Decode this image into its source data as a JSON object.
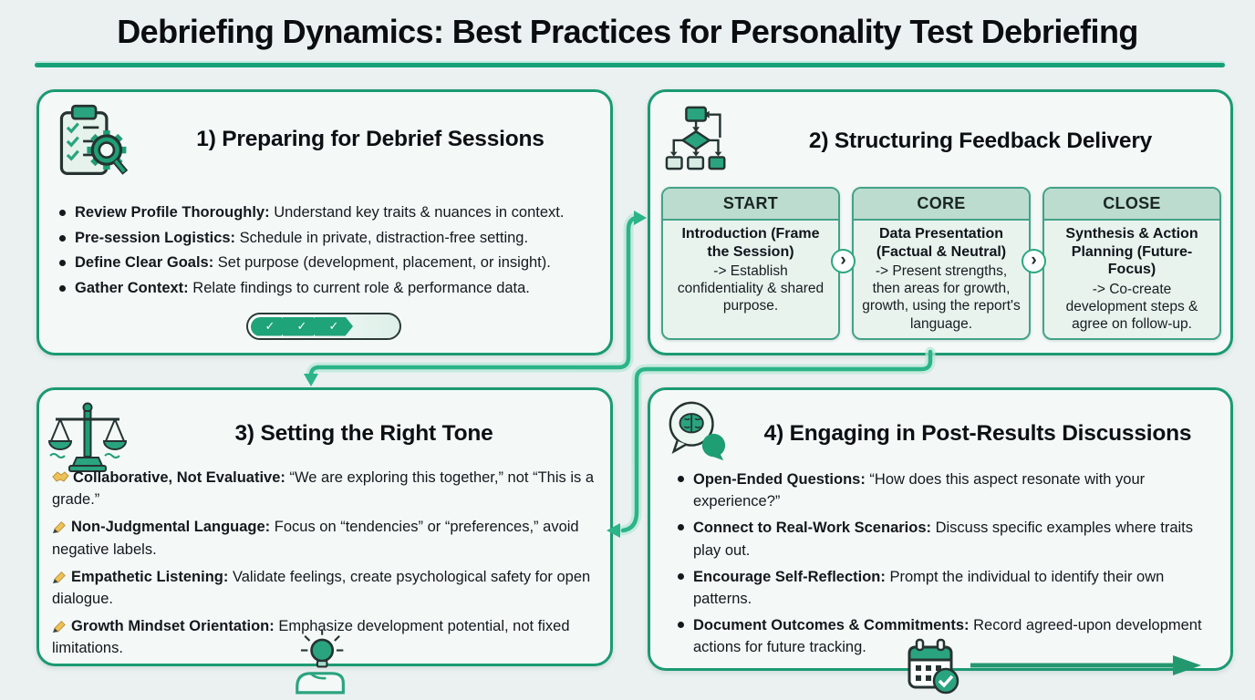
{
  "title": "Debriefing Dynamics: Best Practices for Personality Test Debriefing",
  "colors": {
    "accent_green": "#1b9a72",
    "arrow_green": "#2bb488",
    "underline": "#16a077",
    "card_header": "#bcdccf",
    "card_bg": "#e9f3ee",
    "page_bg": "#ebf1f1"
  },
  "icons": {
    "p1": "clipboard-checklist-gear-magnifier",
    "p2": "flowchart",
    "p3": "balance-scale",
    "p4": "brain-speech-bubbles",
    "p3_footer": "lightbulb-in-hand",
    "p4_footer": "calendar-check",
    "bullet_handshake": "handshake",
    "bullet_pen": "writing-hand"
  },
  "panels": {
    "p1": {
      "title": "1) Preparing for Debrief Sessions",
      "bullets": [
        {
          "label": "Review Profile Thoroughly:",
          "text": " Understand key traits & nuances in context."
        },
        {
          "label": "Pre-session Logistics:",
          "text": " Schedule in private, distraction-free setting."
        },
        {
          "label": "Define Clear Goals:",
          "text": " Set purpose (development, placement, or insight)."
        },
        {
          "label": "Gather Context:",
          "text": " Relate findings to current role & performance data."
        }
      ],
      "progress": {
        "checks": [
          "✓",
          "✓",
          "✓"
        ]
      }
    },
    "p2": {
      "title": "2) Structuring Feedback Delivery",
      "connector": "›",
      "steps": [
        {
          "header": "START",
          "bold": "Introduction (Frame the Session)",
          "text": "-> Establish confidentiality & shared purpose."
        },
        {
          "header": "CORE",
          "bold": "Data Presentation (Factual & Neutral)",
          "text": "-> Present strengths, then areas for growth, growth, using the report's language."
        },
        {
          "header": "CLOSE",
          "bold": "Synthesis & Action Planning (Future-Focus)",
          "text": "-> Co-create development steps & agree on follow-up."
        }
      ]
    },
    "p3": {
      "title": "3) Setting the Right Tone",
      "bullets": [
        {
          "icon": "handshake",
          "label": "Collaborative, Not Evaluative:",
          "text": " “We are exploring this together,” not “This is a grade.”"
        },
        {
          "icon": "writing-hand",
          "label": "Non-Judgmental Language:",
          "text": " Focus on “tendencies” or “preferences,” avoid negative labels."
        },
        {
          "icon": "writing-hand",
          "label": "Empathetic Listening:",
          "text": " Validate feelings, create psychological safety for open dialogue."
        },
        {
          "icon": "writing-hand",
          "label": "Growth Mindset Orientation:",
          "text": " Emphasize development potential, not fixed limitations."
        }
      ]
    },
    "p4": {
      "title": "4) Engaging in Post-Results Discussions",
      "bullets": [
        {
          "label": "Open-Ended Questions:",
          "text": " “How does this aspect resonate with your experience?”"
        },
        {
          "label": "Connect to Real-Work Scenarios:",
          "text": " Discuss specific examples where traits play out."
        },
        {
          "label": "Encourage Self-Reflection:",
          "text": " Prompt the individual to identify their own patterns."
        },
        {
          "label": "Document Outcomes & Commitments:",
          "text": " Record agreed-upon development actions for future tracking."
        }
      ]
    }
  }
}
